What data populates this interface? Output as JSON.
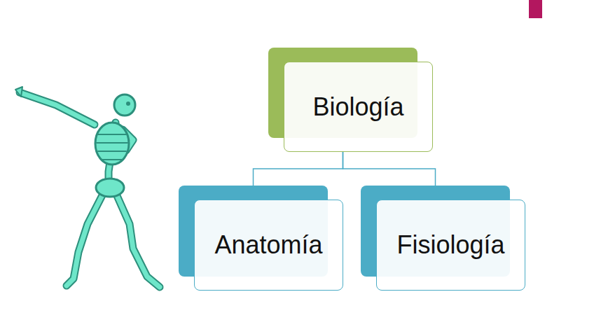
{
  "diagram": {
    "nodes": [
      {
        "text": [
          "Biología"
        ]
      },
      {
        "text": [
          "Anatomía"
        ]
      },
      {
        "text": [
          "Fisiología"
        ]
      }
    ],
    "edges": [
      {
        "from": 0,
        "to": 1,
        "arrow": "none"
      },
      {
        "from": 0,
        "to": 2,
        "arrow": "none"
      }
    ]
  }
}
